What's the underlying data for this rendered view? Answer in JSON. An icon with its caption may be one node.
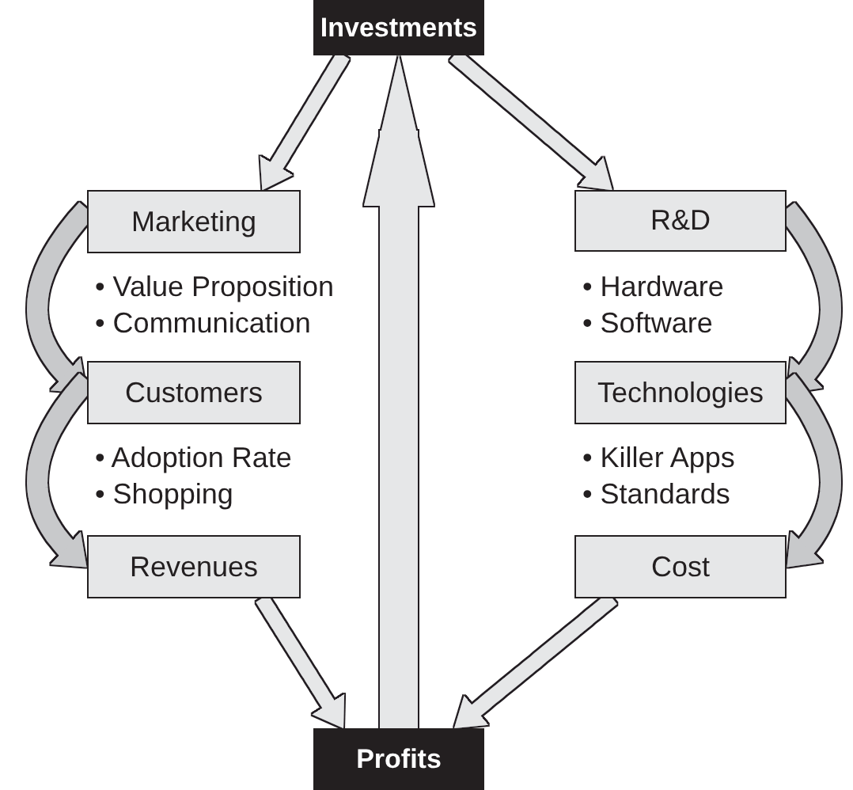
{
  "diagram": {
    "nodes": [
      {
        "text": [
          "Investments"
        ]
      },
      {
        "text": [
          "Marketing"
        ],
        "beside": [
          "• Value Proposition",
          "• Communication"
        ]
      },
      {
        "text": [
          "R&D"
        ],
        "beside": [
          "• Hardware",
          "• Software"
        ]
      },
      {
        "text": [
          "Customers"
        ],
        "beside": [
          "• Adoption Rate",
          "• Shopping"
        ]
      },
      {
        "text": [
          "Technologies"
        ],
        "beside": [
          "• Killer Apps",
          "• Standards"
        ]
      },
      {
        "text": [
          "Revenues"
        ]
      },
      {
        "text": [
          "Cost"
        ]
      },
      {
        "text": [
          "Profits"
        ]
      }
    ],
    "edges": [
      {
        "from": 0,
        "to": 1,
        "arrow": "to"
      },
      {
        "from": 0,
        "to": 2,
        "arrow": "to"
      },
      {
        "from": 1,
        "to": 3,
        "arrow": "to"
      },
      {
        "from": 3,
        "to": 5,
        "arrow": "to"
      },
      {
        "from": 2,
        "to": 4,
        "arrow": "to"
      },
      {
        "from": 4,
        "to": 6,
        "arrow": "to"
      },
      {
        "from": 5,
        "to": 7,
        "arrow": "to"
      },
      {
        "from": 6,
        "to": 7,
        "arrow": "to"
      },
      {
        "from": 7,
        "to": 0,
        "arrow": "to",
        "style": "thick"
      }
    ]
  }
}
